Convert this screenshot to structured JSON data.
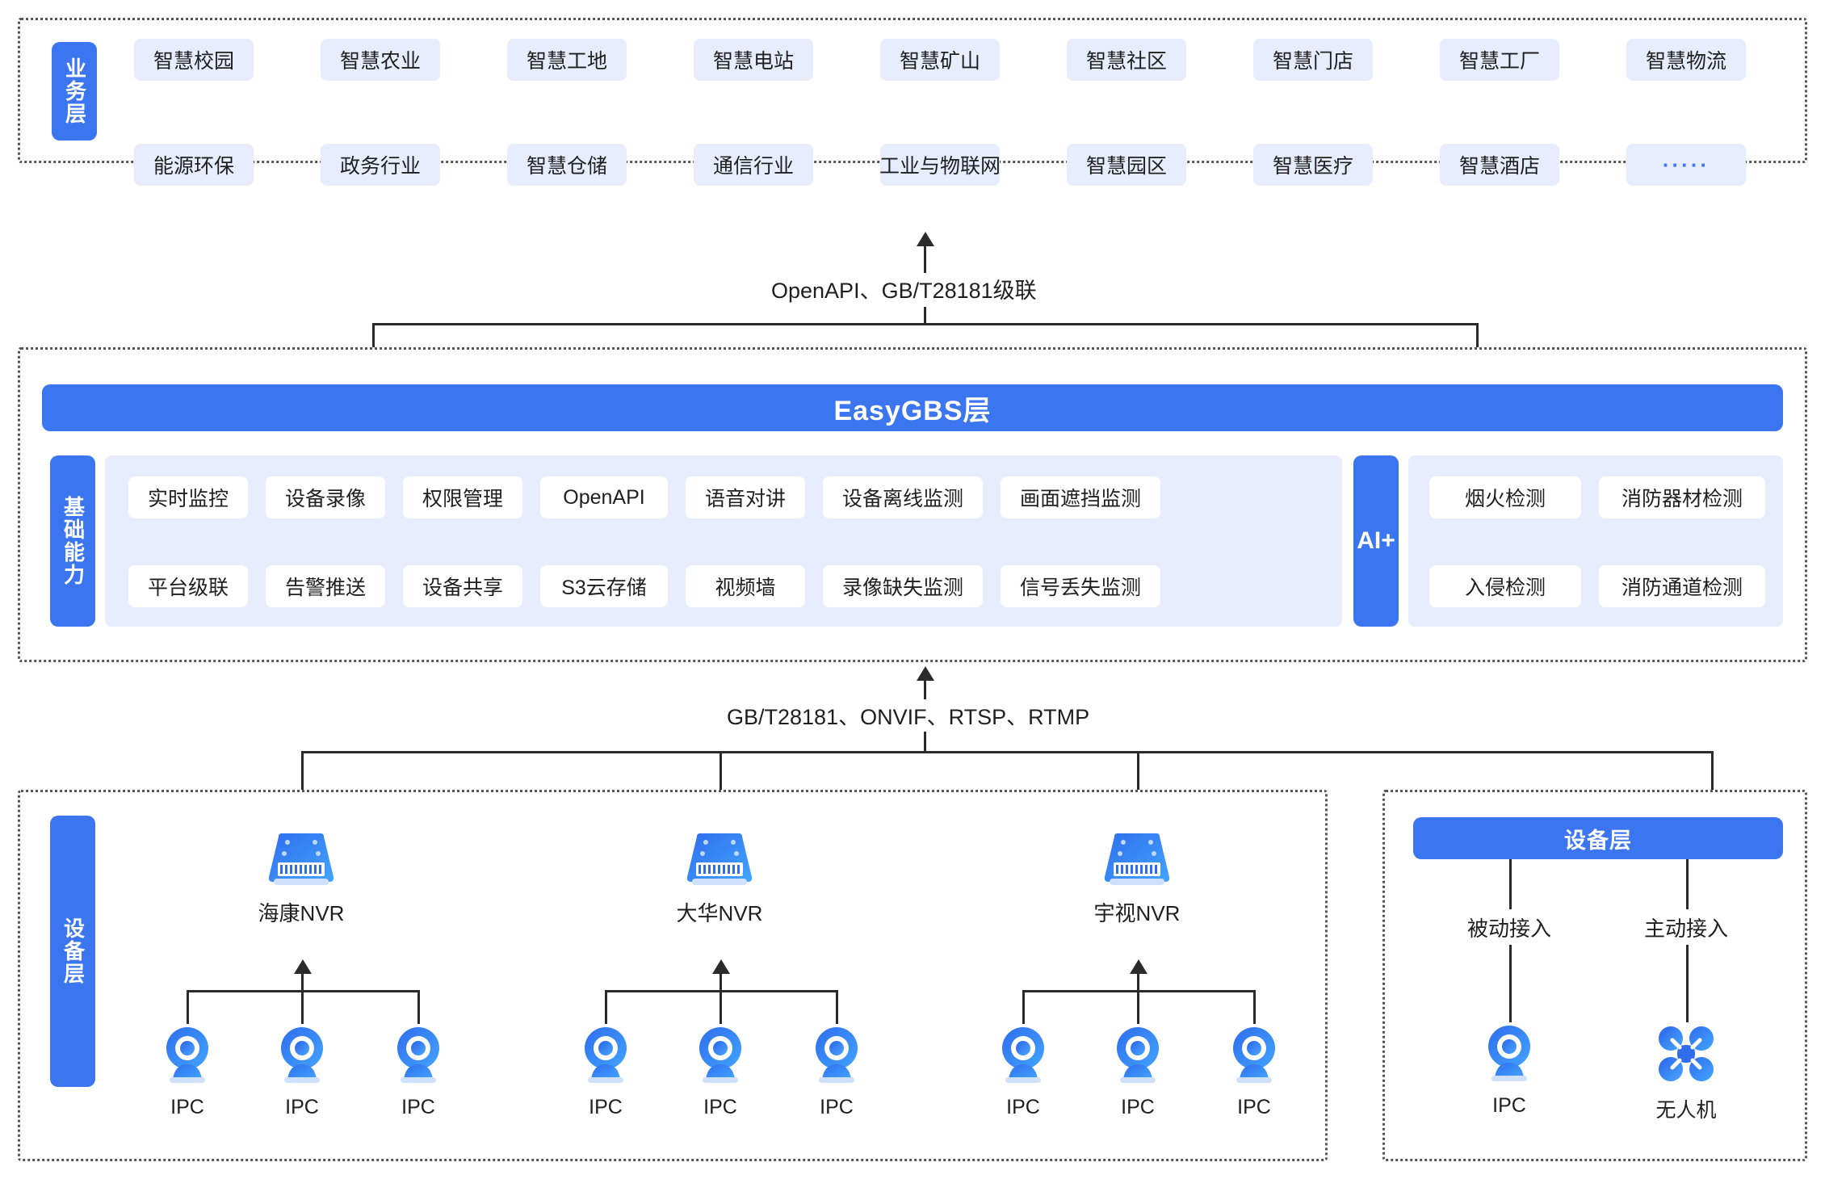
{
  "business_layer": {
    "tab_label": "业务层",
    "row1": [
      "智慧校园",
      "智慧农业",
      "智慧工地",
      "智慧电站",
      "智慧矿山",
      "智慧社区",
      "智慧门店",
      "智慧工厂",
      "智慧物流"
    ],
    "row2": [
      "能源环保",
      "政务行业",
      "智慧仓储",
      "通信行业",
      "工业与物联网",
      "智慧园区",
      "智慧医疗",
      "智慧酒店",
      "·····"
    ]
  },
  "connectors": {
    "top_label": "OpenAPI、GB/T28181级联",
    "bottom_label": "GB/T28181、ONVIF、RTSP、RTMP"
  },
  "platform_layer": {
    "banner_label": "EasyGBS层",
    "tab_label": "基础能力",
    "capabilities_row1": [
      "实时监控",
      "设备录像",
      "权限管理",
      "OpenAPI",
      "语音对讲",
      "设备离线监测",
      "画面遮挡监测"
    ],
    "capabilities_row2": [
      "平台级联",
      "告警推送",
      "设备共享",
      "S3云存储",
      "视频墙",
      "录像缺失监测",
      "信号丢失监测"
    ],
    "ai_tab_label": "AI+",
    "ai_row1": [
      "烟火检测",
      "消防器材检测"
    ],
    "ai_row2": [
      "入侵检测",
      "消防通道检测"
    ]
  },
  "device_layer_left": {
    "tab_label": "设备层",
    "groups": [
      {
        "nvr_label": "海康NVR",
        "cameras": [
          "IPC",
          "IPC",
          "IPC"
        ]
      },
      {
        "nvr_label": "大华NVR",
        "cameras": [
          "IPC",
          "IPC",
          "IPC"
        ]
      },
      {
        "nvr_label": "宇视NVR",
        "cameras": [
          "IPC",
          "IPC",
          "IPC"
        ]
      }
    ]
  },
  "device_layer_right": {
    "banner_label": "设备层",
    "branches": [
      {
        "access_label": "被动接入",
        "device_label": "IPC",
        "icon": "camera-icon"
      },
      {
        "access_label": "主动接入",
        "device_label": "无人机",
        "icon": "drone-icon"
      }
    ]
  },
  "colors": {
    "brand_blue": "#3b76f0",
    "chip_bg": "#e7edfd",
    "line": "#2b2b2b"
  }
}
